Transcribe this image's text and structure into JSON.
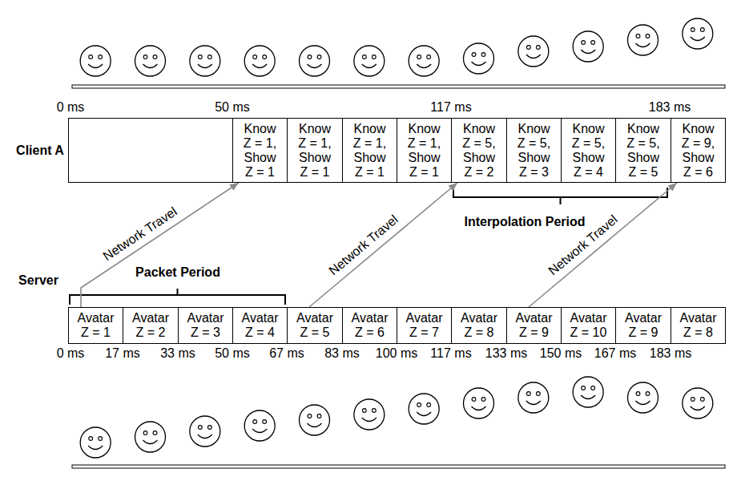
{
  "diagram": {
    "nodes": [
      {
        "text": [
          "Know Z = 1, Show Z = 1"
        ]
      },
      {
        "text": [
          "Know Z = 1, Show Z = 1"
        ]
      },
      {
        "text": [
          "Know Z = 1, Show Z = 1"
        ]
      },
      {
        "text": [
          "Know Z = 1, Show Z = 1"
        ]
      },
      {
        "text": [
          "Know Z = 5, Show Z = 2"
        ]
      },
      {
        "text": [
          "Know Z = 5, Show Z = 3"
        ]
      },
      {
        "text": [
          "Know Z = 5, Show Z = 4"
        ]
      },
      {
        "text": [
          "Know Z = 5, Show Z = 5"
        ]
      },
      {
        "text": [
          "Know Z = 9, Show Z = 6"
        ]
      },
      {
        "text": [
          "Avatar Z = 1"
        ]
      },
      {
        "text": [
          "Avatar Z = 2"
        ]
      },
      {
        "text": [
          "Avatar Z = 3"
        ]
      },
      {
        "text": [
          "Avatar Z = 4"
        ]
      },
      {
        "text": [
          "Avatar Z = 5"
        ]
      },
      {
        "text": [
          "Avatar Z = 6"
        ]
      },
      {
        "text": [
          "Avatar Z = 7"
        ]
      },
      {
        "text": [
          "Avatar Z = 8"
        ]
      },
      {
        "text": [
          "Avatar Z = 9"
        ]
      },
      {
        "text": [
          "Avatar Z = 10"
        ]
      },
      {
        "text": [
          "Avatar Z = 9"
        ]
      },
      {
        "text": [
          "Avatar Z = 8"
        ]
      }
    ],
    "edges": [
      {
        "from": 9,
        "to": 0,
        "label": "Network Travel",
        "arrow": "to"
      },
      {
        "from": 13,
        "to": 4,
        "label": "Network Travel",
        "arrow": "to"
      },
      {
        "from": 17,
        "to": 8,
        "label": "Network Travel",
        "arrow": "to"
      }
    ],
    "labels": [
      "0 ms",
      "50 ms",
      "117 ms",
      "183 ms",
      "Client A",
      "Interpolation Period",
      "Server",
      "Packet Period",
      "0 ms",
      "17 ms",
      "33 ms",
      "50 ms",
      "67 ms",
      "83 ms",
      "100 ms",
      "117 ms",
      "133 ms",
      "150 ms",
      "167 ms",
      "183 ms"
    ]
  }
}
